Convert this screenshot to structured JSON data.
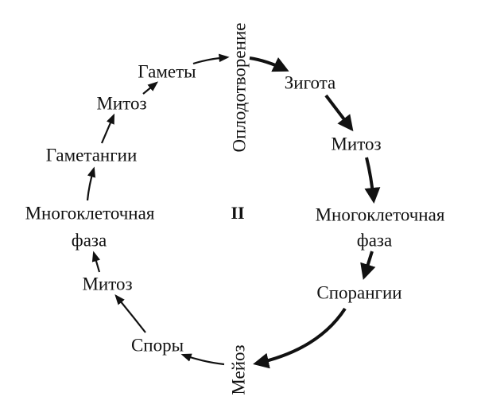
{
  "center_label": "II",
  "top_event": "Оплодотворение",
  "bottom_event": "Мейоз",
  "right_side": {
    "zygote": "Зигота",
    "mitosis": "Митоз",
    "multicellular_line1": "Многоклеточная",
    "multicellular_line2": "фаза",
    "sporangia": "Спорангии"
  },
  "left_side": {
    "spores": "Споры",
    "mitosis_lower": "Митоз",
    "multicellular_line1": "Многоклеточная",
    "multicellular_line2": "фаза",
    "gametangia": "Гаметангии",
    "mitosis_upper": "Митоз",
    "gametes": "Гаметы"
  },
  "colors": {
    "ink": "#111111",
    "background": "#ffffff"
  }
}
